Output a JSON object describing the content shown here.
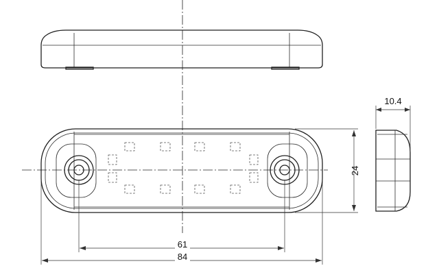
{
  "dimensions": {
    "height": "24",
    "thickness": "10.4",
    "hole_spacing": "61",
    "overall_length": "84"
  }
}
